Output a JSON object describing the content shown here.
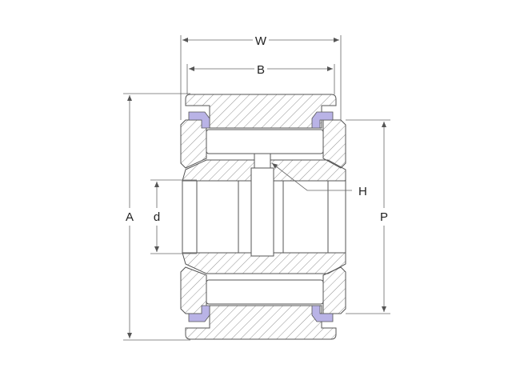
{
  "diagram": {
    "labels": {
      "width": "W",
      "bore_width": "B",
      "outer_diameter": "A",
      "bore_diameter": "d",
      "hole": "H",
      "pitch": "P"
    },
    "colors": {
      "line": "#555555",
      "dimension": "#666666",
      "seal": "#b9b3e6",
      "background": "#ffffff"
    }
  }
}
